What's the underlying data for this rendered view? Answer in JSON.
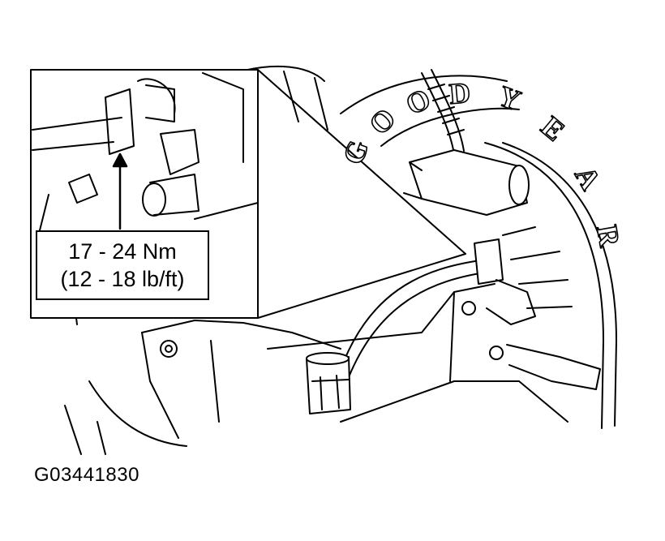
{
  "callout": {
    "torque_nm": "17 - 24 Nm",
    "torque_lbft": "(12 - 18 lb/ft)"
  },
  "tire_lettering": [
    "G",
    "O",
    "O",
    "D",
    "Y",
    "E",
    "A",
    "R"
  ],
  "figure_id": "G03441830"
}
